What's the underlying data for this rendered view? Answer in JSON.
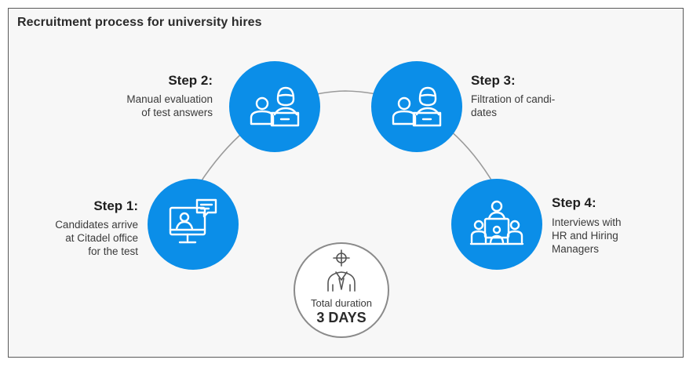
{
  "title": "Recruitment process for university hires",
  "colors": {
    "circle": "#0b8ee8",
    "frame": "#5a5a5a",
    "arc": "#9a9a9a"
  },
  "steps": [
    {
      "heading": "Step 1:",
      "description_lines": [
        "Candidates arrive",
        "at Citadel office",
        "for the test"
      ],
      "icon": "presenter-monitor-icon"
    },
    {
      "heading": "Step 2:",
      "description_lines": [
        "Manual evaluation",
        "of test answers"
      ],
      "icon": "evaluators-desk-icon"
    },
    {
      "heading": "Step 3:",
      "description_lines": [
        "Filtration of candi-",
        "dates"
      ],
      "icon": "filtration-desk-icon"
    },
    {
      "heading": "Step 4:",
      "description_lines": [
        "Interviews with",
        "HR and Hiring",
        "Managers"
      ],
      "icon": "interview-panel-icon"
    }
  ],
  "total": {
    "label": "Total duration",
    "value": "3 DAYS",
    "icon": "target-person-icon"
  }
}
